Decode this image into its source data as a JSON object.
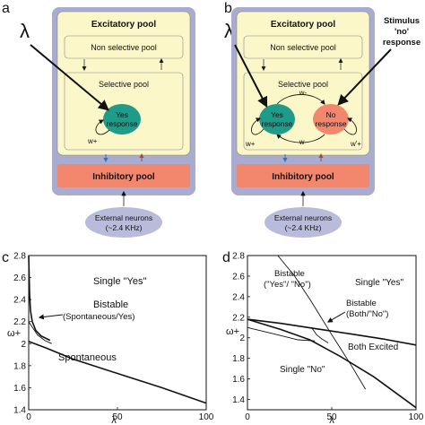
{
  "panel_a": {
    "letter": "a",
    "lambda": "λ",
    "excitatory_pool": "Excitatory pool",
    "non_selective_pool": "Non selective pool",
    "selective_pool": "Selective pool",
    "yes_label": "Yes",
    "yes_label_2": "response",
    "w_plus": "w+",
    "inhibitory_pool": "Inhibitory pool",
    "external_line1": "External neurons",
    "external_line2": "(~2.4 KHz)"
  },
  "panel_b": {
    "letter": "b",
    "lambda": "λ",
    "excitatory_pool": "Excitatory pool",
    "non_selective_pool": "Non selective pool",
    "selective_pool": "Selective pool",
    "stimulus_line1": "Stimulus",
    "stimulus_line2": "'no'",
    "stimulus_line3": "response",
    "yes_label": "Yes",
    "yes_label_2": "response",
    "no_label": "No",
    "no_label_2": "response",
    "w_minus_top": "w-",
    "w_minus_mid": "w-",
    "w_plus": "w+",
    "w_prime_plus": "w'+",
    "inhibitory_pool": "Inhibitory pool",
    "external_line1": "External neurons",
    "external_line2": "(~2.4 KHz)"
  },
  "colors": {
    "frame": "#a9abcf",
    "excitatory_bg": "#fbf7c8",
    "inhibitory": "#f2876e",
    "yes_pool": "#1f9b8a",
    "no_pool": "#f2876e",
    "external": "#b9bbdb"
  },
  "chart_data": [
    {
      "type": "line",
      "letter": "c",
      "xlabel": "λ",
      "ylabel": "ω+",
      "xlim": [
        0,
        100
      ],
      "ylim": [
        1.4,
        2.8
      ],
      "xticks": [
        0,
        50,
        100
      ],
      "yticks": [
        1.4,
        1.6,
        1.8,
        2.0,
        2.2,
        2.4,
        2.6,
        2.8
      ],
      "tick_labels_y": [
        "1.4",
        "1.6",
        "1.8",
        "2",
        "2.2",
        "2.4",
        "2.6",
        "2.8"
      ],
      "tick_labels_x": [
        "0",
        "50",
        "100"
      ],
      "series": [
        {
          "x": [
            0,
            0.5,
            1,
            2,
            4,
            7,
            12
          ],
          "y": [
            2.8,
            2.45,
            2.3,
            2.2,
            2.12,
            2.07,
            2.03
          ]
        },
        {
          "x": [
            0,
            10,
            25,
            50,
            75,
            100
          ],
          "y": [
            2.02,
            1.96,
            1.86,
            1.73,
            1.6,
            1.46
          ]
        },
        {
          "x": [
            0,
            2,
            5,
            9,
            13
          ],
          "y": [
            2.2,
            2.15,
            2.08,
            2.03,
            2.0
          ]
        }
      ],
      "regions": {
        "yes": "Single \"Yes\"",
        "bistable_1": "Bistable",
        "bistable_2": "(Spontaneous/Yes)",
        "spontaneous": "Spontaneous"
      }
    },
    {
      "type": "line",
      "letter": "d",
      "xlabel": "λ",
      "ylabel": "ω+",
      "xlim": [
        0,
        100
      ],
      "ylim": [
        1.3,
        2.8
      ],
      "xticks": [
        0,
        50,
        100
      ],
      "yticks": [
        1.4,
        1.6,
        1.8,
        2.0,
        2.2,
        2.4,
        2.6,
        2.8
      ],
      "tick_labels_y": [
        "1.4",
        "1.6",
        "1.8",
        "2",
        "2.2",
        "2.4",
        "2.6",
        "2.8"
      ],
      "tick_labels_x": [
        "0",
        "50",
        "100"
      ],
      "series": [
        {
          "x": [
            0,
            20,
            40,
            60,
            80,
            100
          ],
          "y": [
            2.18,
            2.14,
            2.09,
            2.04,
            1.99,
            1.93
          ]
        },
        {
          "x": [
            0,
            20,
            37,
            55,
            75,
            100
          ],
          "y": [
            2.18,
            2.08,
            1.98,
            1.82,
            1.62,
            1.32
          ]
        },
        {
          "x": [
            18,
            28,
            38,
            50,
            62,
            70
          ],
          "y": [
            2.8,
            2.6,
            2.35,
            2.03,
            1.72,
            1.5
          ]
        },
        {
          "x": [
            0,
            15,
            30,
            40
          ],
          "y": [
            2.1,
            2.04,
            1.98,
            1.97
          ]
        },
        {
          "x": [
            38,
            41,
            44,
            48
          ],
          "y": [
            2.1,
            2.03,
            1.99,
            1.95
          ]
        }
      ],
      "regions": {
        "bistable_a_1": "Bistable",
        "bistable_a_2": "(\"Yes\"/ \"No\")",
        "yes": "Single \"Yes\"",
        "bistable_b_1": "Bistable",
        "bistable_b_2": "(Both/\"No\")",
        "both": "Both Excited",
        "no": "Single \"No\""
      }
    }
  ]
}
